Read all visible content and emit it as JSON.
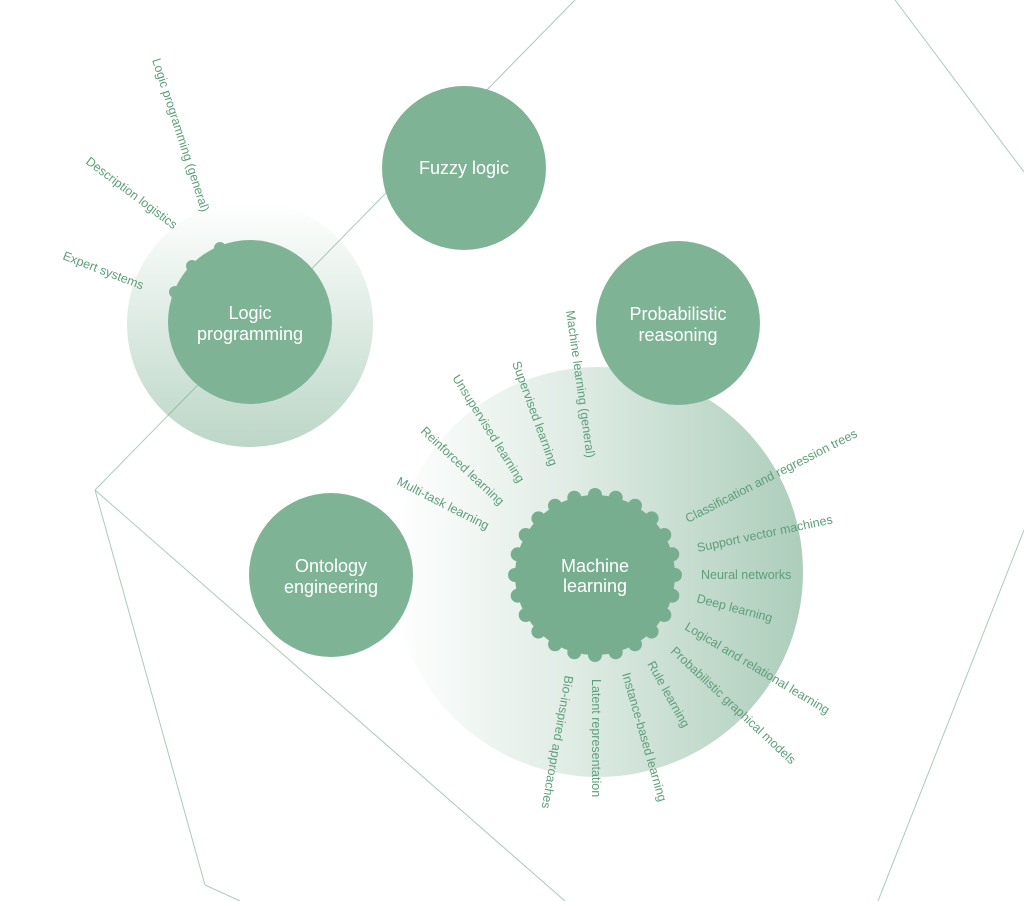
{
  "colors": {
    "node": "#7fb396",
    "node_core": "#78ae90",
    "halo": "#6aa583",
    "label": "#5e9e79",
    "line": "#a9ccb7",
    "label_on_node": "#ffffff"
  },
  "nodes": {
    "fuzzy_logic": {
      "label": "Fuzzy logic"
    },
    "probabilistic_reasoning": {
      "label_line1": "Probabilistic",
      "label_line2": "reasoning"
    },
    "ontology_engineering": {
      "label_line1": "Ontology",
      "label_line2": "engineering"
    },
    "logic_programming": {
      "label_line1": "Logic",
      "label_line2": "programming",
      "subtopics": [
        "Logic programming (general)",
        "Description logistics",
        "Expert systems"
      ]
    },
    "machine_learning": {
      "label_line1": "Machine",
      "label_line2": "learning",
      "subtopics_left": [
        "Machine learning (general)",
        "Supervised learning",
        "Unsupervised learning",
        "Reinforced learning",
        "Multi-task learning"
      ],
      "subtopics_right": [
        "Classification and regression trees",
        "Support vector machines",
        "Neural networks",
        "Deep learning",
        "Logical and relational learning",
        "Probabilistic graphical models"
      ],
      "subtopics_bottom": [
        "Rule learning",
        "Instance-based learning",
        "Latent representation",
        "Bio-inspired approaches"
      ]
    }
  }
}
